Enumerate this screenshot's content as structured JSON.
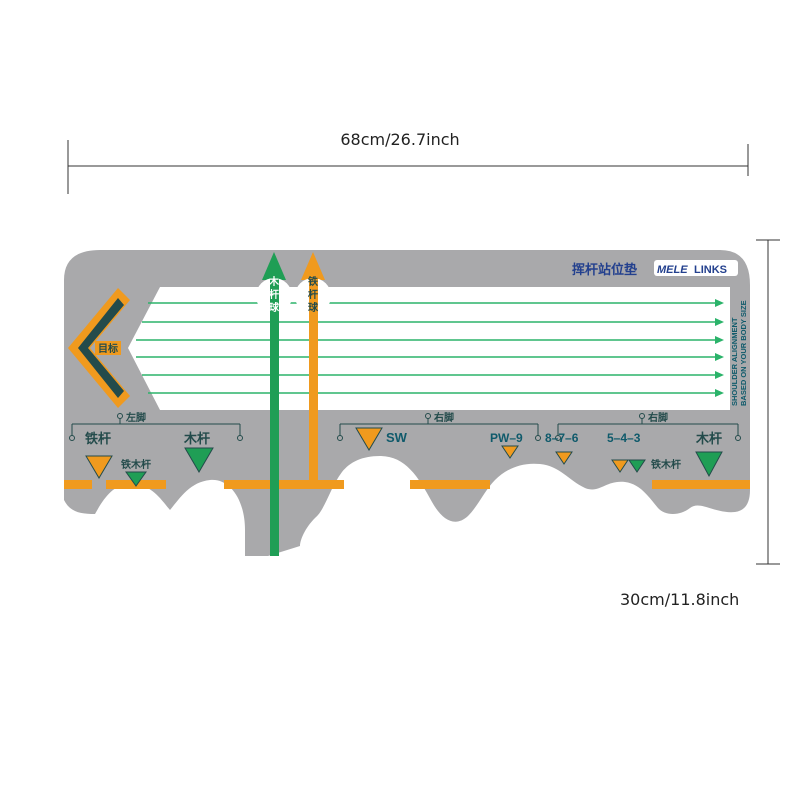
{
  "dimensions": {
    "width_label": "68cm/26.7inch",
    "height_label": "30cm/11.8inch"
  },
  "mat": {
    "title": "挥杆站位垫",
    "brand_left": "MELE",
    "brand_right": "LINKS",
    "target_label": "目标",
    "wood_ball_line": [
      "木",
      "杆",
      "球"
    ],
    "iron_ball_line": [
      "铁",
      "杆",
      "球"
    ],
    "alignment_lines": [
      "SHOULDER ALIGNMENT",
      "BASED ON YOUR BODY SIZE"
    ],
    "left_foot_label": "左脚",
    "right_foot_label": "右脚",
    "right_foot_label_2": "右脚",
    "iron_label": "铁杆",
    "wood_label": "木杆",
    "iron_wood_label": "铁木杆",
    "iron_wood_label_2": "铁木杆",
    "wood_label_2": "木杆",
    "club_labels": [
      "SW",
      "PW–9",
      "8–7–6",
      "5–4–3"
    ]
  },
  "colors": {
    "mat_gray": "#a9a9ab",
    "green": "#1f9e55",
    "orange": "#f09a1e",
    "line_green": "#2bb36a",
    "dark_text": "#0f5a6b",
    "brand_blue": "#23408e"
  }
}
